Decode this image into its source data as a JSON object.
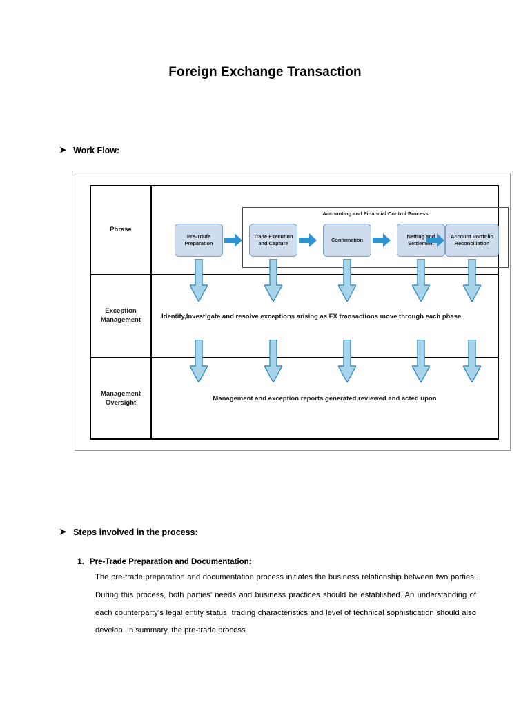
{
  "document": {
    "title": "Foreign Exchange Transaction"
  },
  "sections": {
    "workflow": {
      "bullet": "➤",
      "heading": "Work Flow:"
    },
    "steps": {
      "bullet": "➤",
      "heading": "Steps involved in the process:"
    }
  },
  "diagram": {
    "subprocess_caption": "Accounting and Financial Control Process",
    "rows": [
      {
        "label": "Phrase",
        "body": ""
      },
      {
        "label": "Exception\nManagement",
        "body": "Identify,Investigate and resolve exceptions arising as FX transactions move through each phase"
      },
      {
        "label": "Management\nOversight",
        "body": "Management and exception reports generated,reviewed and acted upon"
      }
    ],
    "phases": [
      "Pre-Trade\nPreparation",
      "Trade Execution\nand Capture",
      "Confirmation",
      "Netting and\nSettlement",
      "Account Portfolio\nReconciliation"
    ],
    "colors": {
      "box_fill": "#cfdcee",
      "box_border": "#7ba2cc",
      "right_arrow": "#2e93d1",
      "down_arrow_fill": "#a8d4ea",
      "down_arrow_border": "#3a8fc0",
      "table_border": "#000000",
      "frame_border": "#9a9a9a"
    }
  },
  "steps_list": [
    {
      "number": "1.",
      "title": "Pre-Trade Preparation and Documentation:",
      "paragraph": "The pre-trade preparation and documentation process initiates the business relationship between two parties. During this process, both parties’ needs and business practices should be established. An understanding of each counterparty’s legal entity status, trading characteristics and level of technical sophistication should also develop. In summary, the pre-trade process"
    }
  ]
}
